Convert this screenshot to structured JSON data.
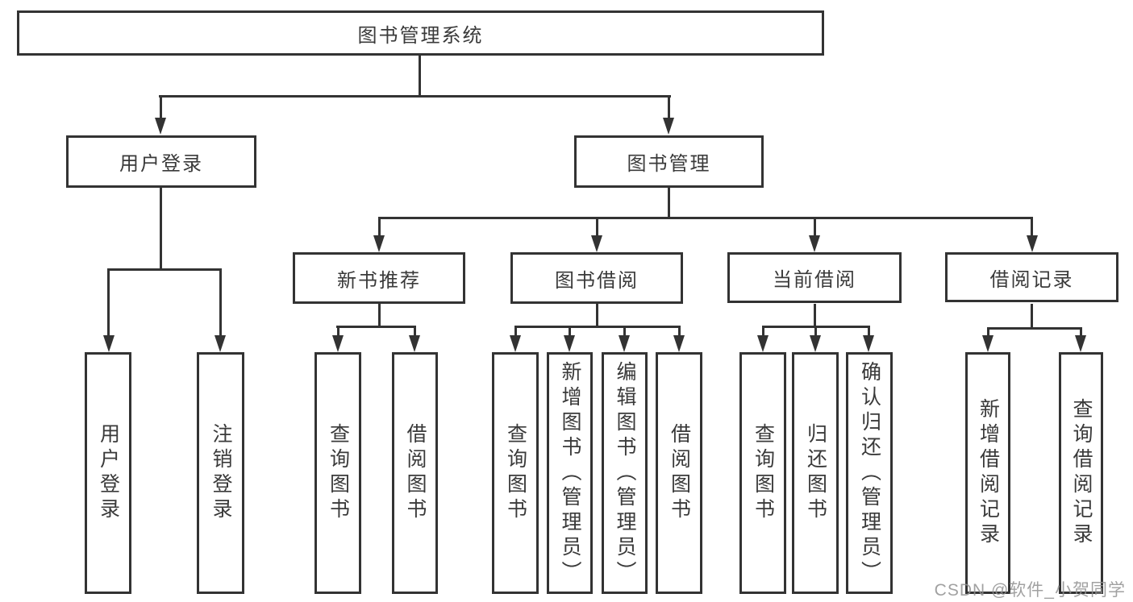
{
  "diagram": {
    "title": "图书管理系统",
    "children": [
      {
        "label": "用户登录",
        "children": [
          {
            "label": "用户登录"
          },
          {
            "label": "注销登录"
          }
        ]
      },
      {
        "label": "图书管理",
        "children": [
          {
            "label": "新书推荐",
            "children": [
              {
                "label": "查询图书"
              },
              {
                "label": "借阅图书"
              }
            ]
          },
          {
            "label": "图书借阅",
            "children": [
              {
                "label": "查询图书"
              },
              {
                "label": "新增图书（管理员）"
              },
              {
                "label": "编辑图书（管理员）"
              },
              {
                "label": "借阅图书"
              }
            ]
          },
          {
            "label": "当前借阅",
            "children": [
              {
                "label": "查询图书"
              },
              {
                "label": "归还图书"
              },
              {
                "label": "确认归还（管理员）"
              }
            ]
          },
          {
            "label": "借阅记录",
            "children": [
              {
                "label": "新增借阅记录"
              },
              {
                "label": "查询借阅记录"
              }
            ]
          }
        ]
      }
    ]
  },
  "watermark": {
    "text": "CSDN @软件_小贺同学"
  },
  "colors": {
    "line": "#333333",
    "text": "#3a3a3a",
    "background": "#ffffff",
    "watermark": "#919191"
  }
}
